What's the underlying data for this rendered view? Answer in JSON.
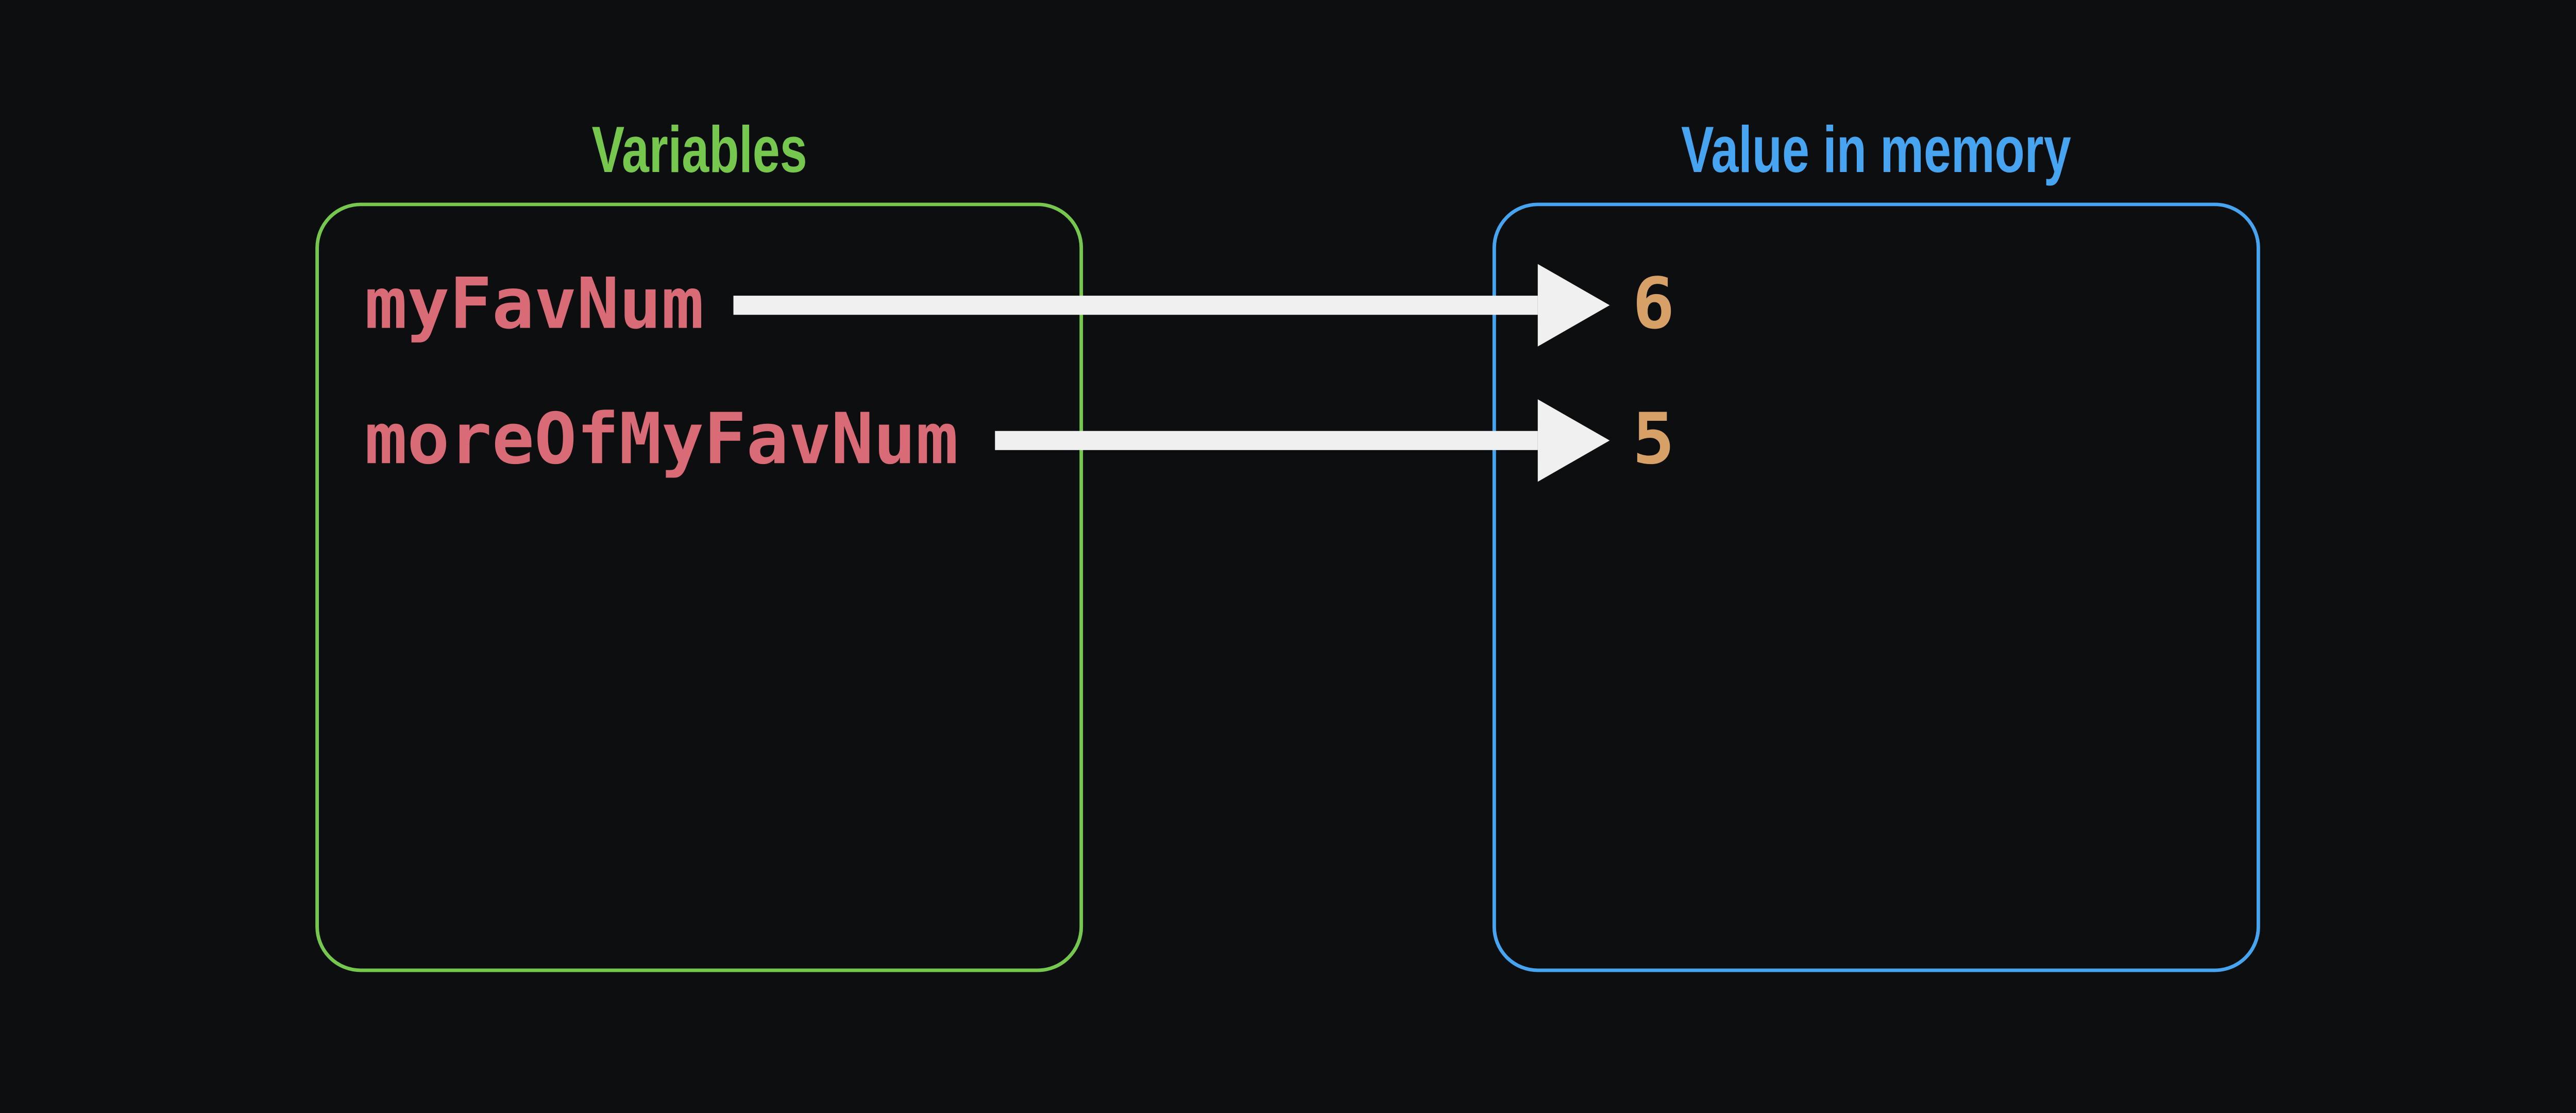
{
  "panels": {
    "variables": {
      "title": "Variables"
    },
    "memory": {
      "title": "Value in memory"
    }
  },
  "rows": [
    {
      "variable": "myFavNum",
      "value": "6"
    },
    {
      "variable": "moreOfMyFavNum",
      "value": "5"
    }
  ],
  "icons": {
    "arrow": "right-arrow"
  },
  "colors": {
    "background": "#0d0e10",
    "green": "#76c74e",
    "blue": "#47a4f0",
    "variable_text": "#d96b77",
    "value_text": "#d6a067",
    "arrow": "#f0f0f0"
  }
}
